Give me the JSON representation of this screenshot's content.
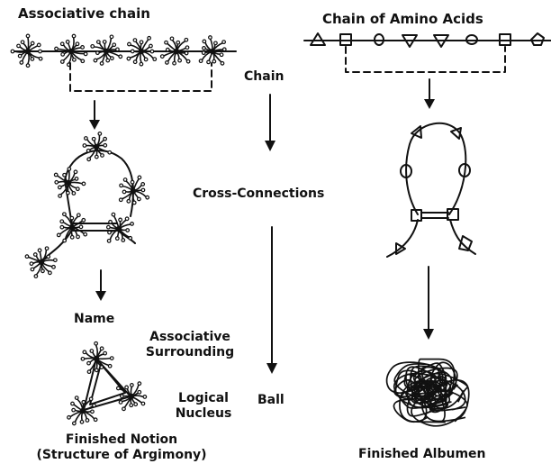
{
  "left": {
    "title": "Associative chain",
    "name_label": "Name",
    "surrounding_label": "Associative\nSurrounding",
    "nucleus_label": "Logical\nNucleus",
    "finished_label": "Finished Notion\n(Structure of Argimony)"
  },
  "center": {
    "chain_label": "Chain",
    "cross_label": "Cross-Connections",
    "ball_label": "Ball"
  },
  "right": {
    "title": "Chain of Amino Acids",
    "finished_label": "Finished Albumen"
  },
  "colors": {
    "ink": "#111111",
    "background": "#ffffff"
  },
  "icons": [
    "neuron-star-icon",
    "triangle-icon",
    "square-icon",
    "circle-icon",
    "pentagon-icon",
    "arrow-down-icon"
  ]
}
